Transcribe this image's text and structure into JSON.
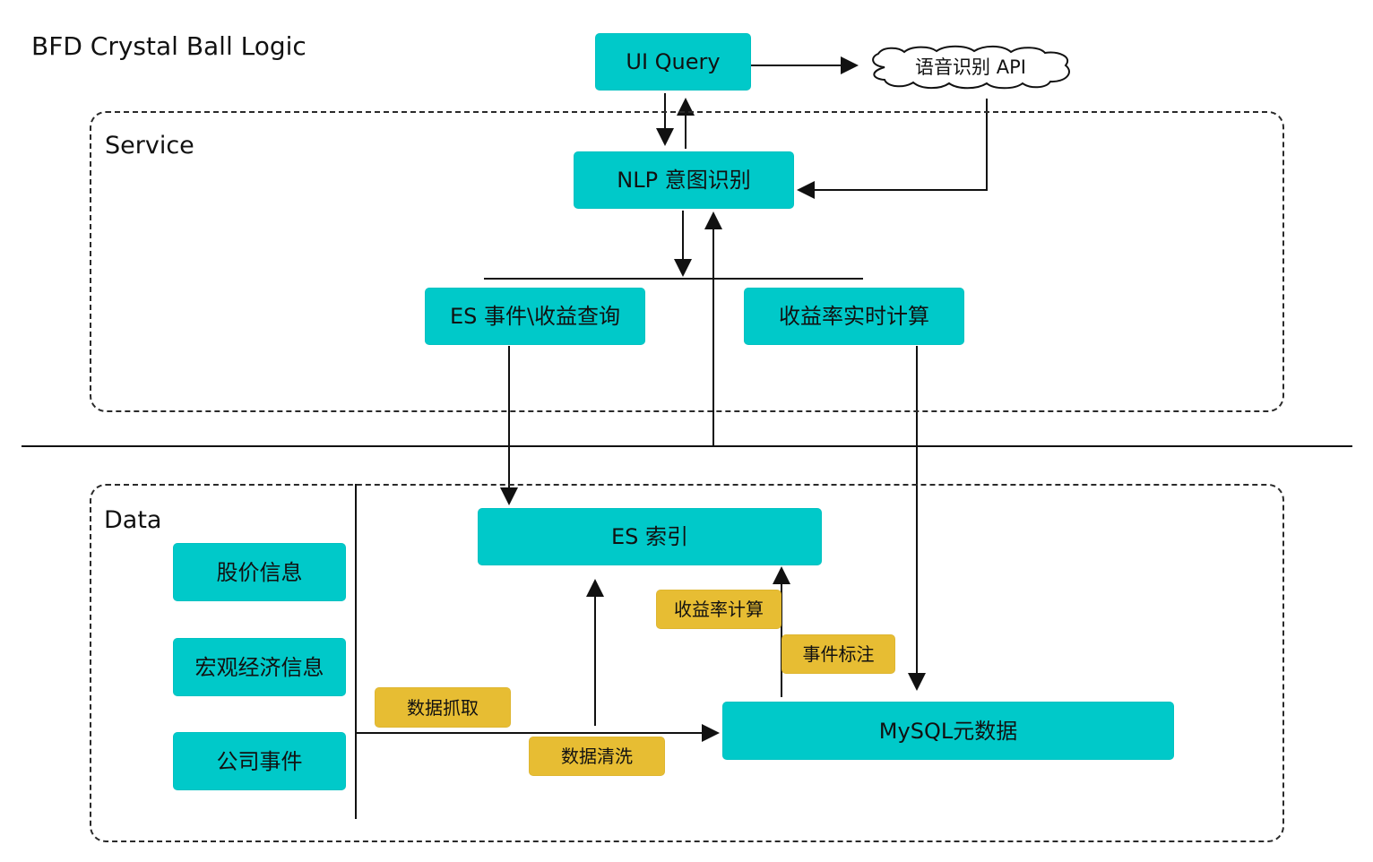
{
  "diagram": {
    "title": "BFD Crystal Ball Logic",
    "regions": {
      "service": "Service",
      "data": "Data"
    },
    "nodes": {
      "ui_query": "UI Query",
      "speech_api": "语音识别 API",
      "nlp_intent": "NLP 意图识别",
      "es_event_query": "ES 事件\\收益查询",
      "realtime_return_calc": "收益率实时计算",
      "es_index": "ES 索引",
      "stock_price_info": "股价信息",
      "macro_info": "宏观经济信息",
      "company_events": "公司事件",
      "mysql_metadata": "MySQL元数据"
    },
    "tags": {
      "return_calc": "收益率计算",
      "event_annotation": "事件标注",
      "data_crawl": "数据抓取",
      "data_cleaning": "数据清洗"
    },
    "colors": {
      "node": "#00c9c9",
      "tag": "#e7bd33",
      "line": "#111111"
    }
  }
}
